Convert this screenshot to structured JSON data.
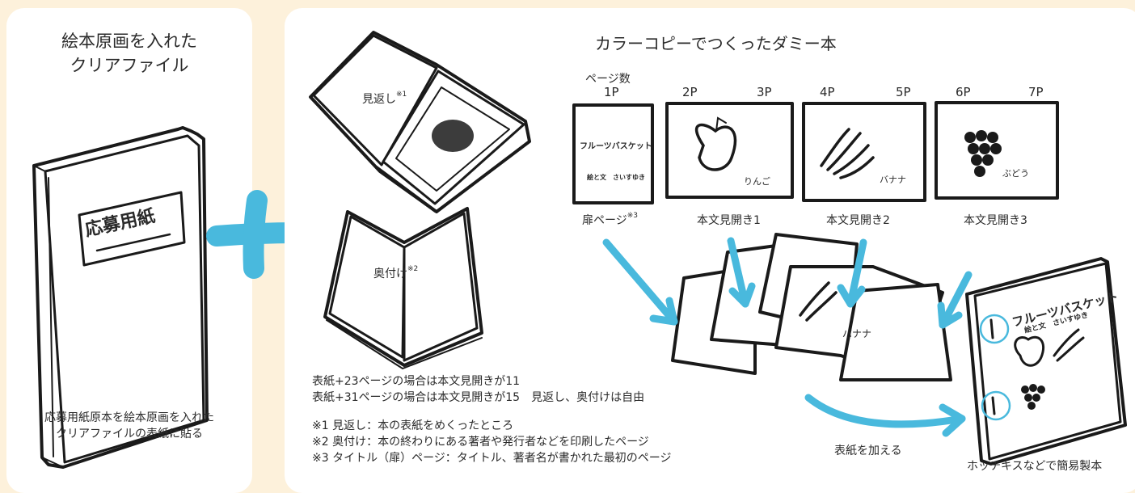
{
  "left": {
    "title_line1": "絵本原画を入れた",
    "title_line2": "クリアファイル",
    "cover_label": "応募用紙",
    "caption_line1": "応募用紙原本を絵本原画を入れた",
    "caption_line2": "クリアファイルの表紙に貼る"
  },
  "right": {
    "title": "カラーコピーでつくったダミー本",
    "page_count_label": "ページ数",
    "page_numbers": [
      "1P",
      "2P",
      "3P",
      "4P",
      "5P",
      "6P",
      "7P"
    ],
    "mikaeshi_label": "見返し",
    "mikaeshi_note": "※1",
    "okuduke_label": "奥付け",
    "okuduke_note": "※2",
    "title_page_text": "フルーツバスケット",
    "title_page_author": "絵と文　さいすゆき",
    "page_captions": [
      "扉ページ",
      "本文見開き1",
      "本文見開き2",
      "本文見開き3"
    ],
    "title_page_note": "※3",
    "fruit_words": [
      "りんご",
      "バナナ",
      "ぶどう"
    ],
    "spread_word": "バナナ",
    "final_cover_title": "フルーツバスケット",
    "final_cover_author": "絵と文　さいすゆき",
    "info_line1": "表紙+23ページの場合は本文見開きが11",
    "info_line2": "表紙+31ページの場合は本文見開きが15　見返し、奥付けは自由",
    "notes": [
      "※1 見返し：本の表紙をめくったところ",
      "※2 奥付け：本の終わりにある著者や発行者などを印刷したページ",
      "※3 タイトル（扉）ページ：タイトル、著者名が書かれた最初のページ"
    ],
    "add_cover_label": "表紙を加える",
    "staple_label": "ホッチキスなどで簡易製本"
  },
  "colors": {
    "accent": "#49b9dd",
    "background": "#fdf1db",
    "panel": "#ffffff"
  }
}
